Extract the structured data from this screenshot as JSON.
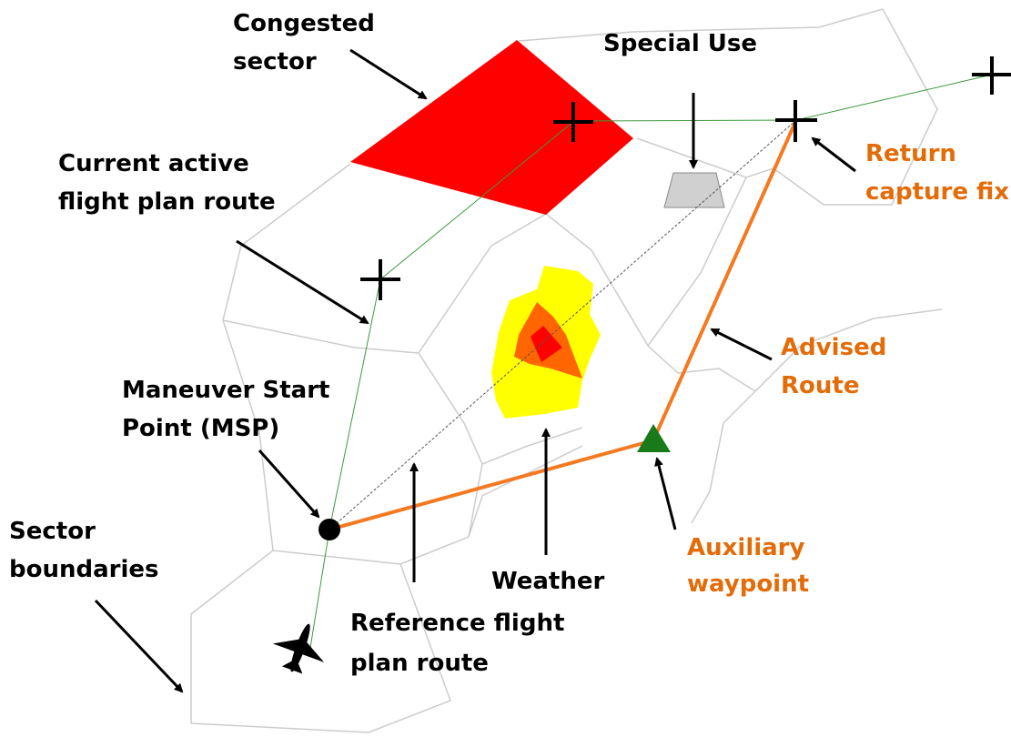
{
  "labels": {
    "congested_sector": [
      "Congested",
      "sector"
    ],
    "special_use": "Special Use",
    "current_route": [
      "Current active",
      "flight plan route"
    ],
    "return_capture_fix": [
      "Return",
      "capture fix"
    ],
    "advised_route": [
      "Advised",
      "Route"
    ],
    "msp": [
      "Maneuver Start",
      "Point (MSP)"
    ],
    "sector_boundaries": [
      "Sector",
      "boundaries"
    ],
    "weather": "Weather",
    "reference_route": [
      "Reference flight",
      "plan route"
    ],
    "auxiliary_waypoint": [
      "Auxiliary",
      "waypoint"
    ]
  },
  "colors": {
    "congested_sector": "#ff0000",
    "weather_outer": "#ffff00",
    "weather_mid": "#ff6600",
    "weather_core": "#ff0000",
    "advised_route": "#f47920",
    "current_route": "#3a9a3a",
    "reference_route": "#555555",
    "special_use": "#d0d0d0",
    "auxiliary_waypoint": "#1a7a1a",
    "sector_boundary": "#cccccc",
    "label_orange": "#e36c09",
    "label_black": "#000000"
  },
  "icons": [
    "airplane-icon",
    "fix-cross-icon",
    "msp-dot-icon",
    "auxiliary-waypoint-triangle-icon"
  ]
}
